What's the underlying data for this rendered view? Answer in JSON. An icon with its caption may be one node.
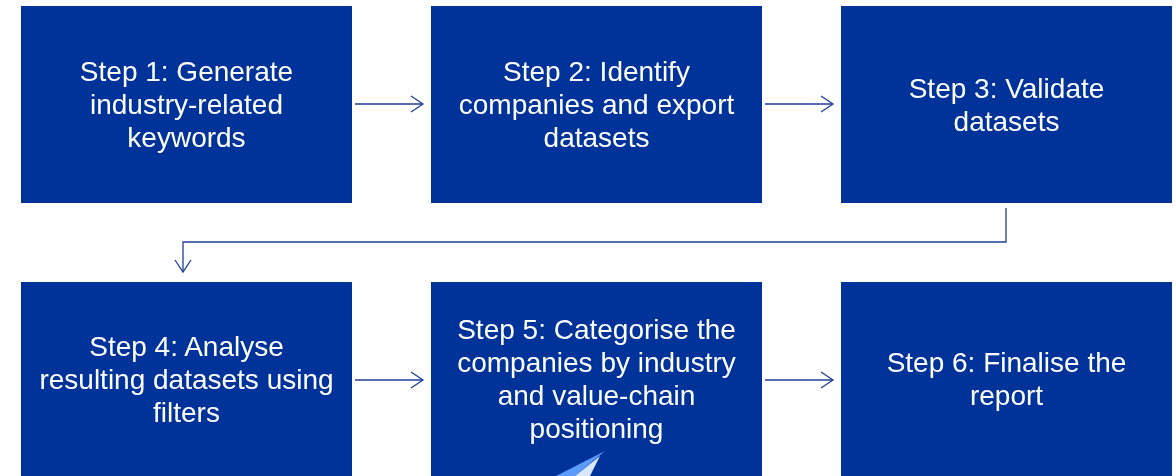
{
  "diagram": {
    "nodes": [
      {
        "text": [
          "Step 1: Generate industry-related keywords"
        ]
      },
      {
        "text": [
          "Step 2: Identify companies and export datasets"
        ]
      },
      {
        "text": [
          "Step 3: Validate datasets"
        ]
      },
      {
        "text": [
          "Step 4: Analyse resulting datasets using filters"
        ]
      },
      {
        "text": [
          "Step 5: Categorise the companies by industry and value-chain positioning"
        ]
      },
      {
        "text": [
          "Step 6: Finalise the report"
        ]
      }
    ],
    "edges": [
      {
        "from": 0,
        "to": 1,
        "arrow": "to"
      },
      {
        "from": 1,
        "to": 2,
        "arrow": "to"
      },
      {
        "from": 2,
        "to": 3,
        "arrow": "to"
      },
      {
        "from": 3,
        "to": 4,
        "arrow": "to"
      },
      {
        "from": 4,
        "to": 5,
        "arrow": "to"
      }
    ]
  }
}
